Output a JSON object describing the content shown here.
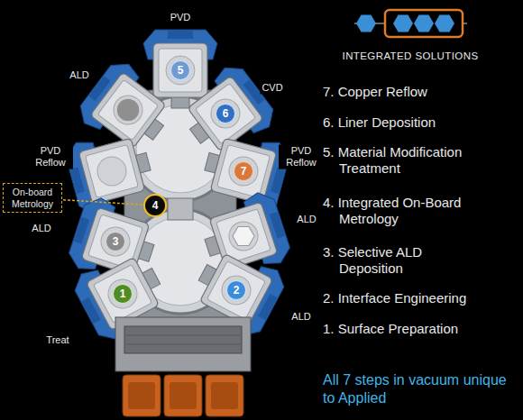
{
  "diagram": {
    "nodes": [
      {
        "text": [
          "5"
        ]
      },
      {
        "text": [
          "6"
        ]
      },
      {
        "text": [
          "7"
        ]
      },
      {
        "text": [
          "On-board Metrology"
        ]
      },
      {
        "text": [
          "4"
        ]
      },
      {
        "text": [
          "3"
        ]
      },
      {
        "text": [
          "2"
        ]
      },
      {
        "text": [
          "1"
        ]
      }
    ],
    "edges": [
      {
        "from": 3,
        "to": 4,
        "arrow": "none"
      }
    ],
    "labels": [
      "PVD",
      "ALD",
      "CVD",
      "PVD Reflow",
      "PVD Reflow",
      "ALD",
      "ALD",
      "ALD",
      "Treat",
      "INTEGRATED SOLUTIONS",
      "7. Copper Reflow",
      "6. Liner Deposition",
      "5. Material Modification Treatment",
      "4. Integrated On-Board Metrology",
      "3. Selective ALD Deposition",
      "2. Interface Engineering",
      "1. Surface Preparation",
      "All 7 steps in vacuum unique to Applied"
    ]
  }
}
